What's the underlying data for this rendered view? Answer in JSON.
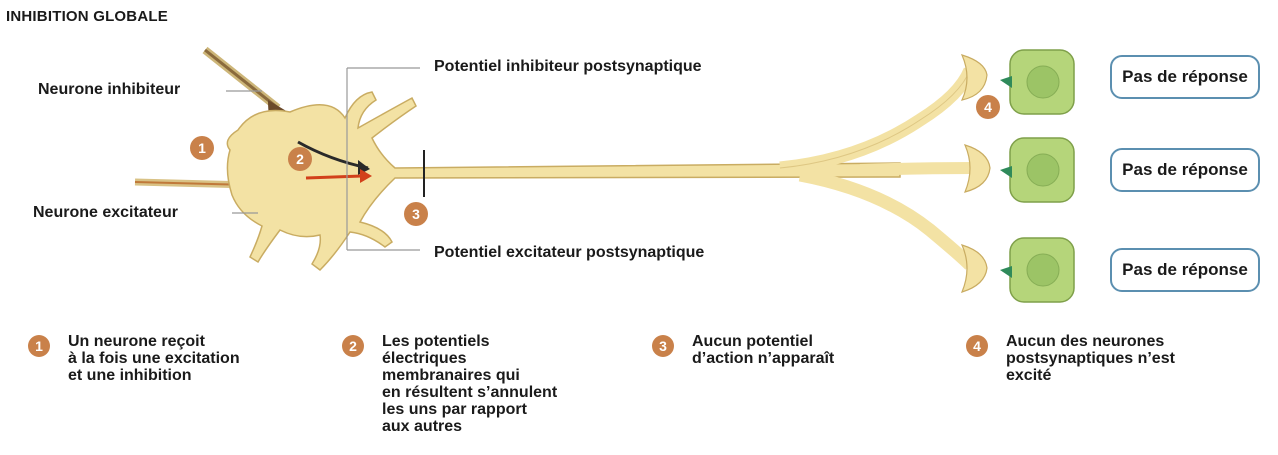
{
  "title": "INHIBITION GLOBALE",
  "labels": {
    "inhibitory_neuron": "Neurone inhibiteur",
    "excitatory_neuron": "Neurone excitateur",
    "ipsp": "Potentiel inhibiteur postsynaptique",
    "epsp": "Potentiel excitateur postsynaptique"
  },
  "markers": [
    "1",
    "2",
    "3",
    "4"
  ],
  "responses": [
    "Pas de réponse",
    "Pas de réponse",
    "Pas de réponse"
  ],
  "captions": [
    {
      "num": "1",
      "text": "Un neurone reçoit\nà la fois une excitation\net une inhibition"
    },
    {
      "num": "2",
      "text": "Les potentiels\nélectriques\nmembranaires qui\nen résultent s’annulent\nles uns par rapport\naux autres"
    },
    {
      "num": "3",
      "text": "Aucun potentiel\nd’action n’apparaît"
    },
    {
      "num": "4",
      "text": "Aucun des neurones\npostsynaptiques n’est\nexcité"
    }
  ],
  "colors": {
    "neuron": "#f3e2a4",
    "neuron_outline": "#c9ac62",
    "marker": "#c9814a",
    "cell": "#b5d57a",
    "cell_outline": "#7fa04a",
    "nucleus": "#9cc466",
    "box_border": "#5b8fb0",
    "excitatory": "#e0521f",
    "inhibitory": "#6b4a2a"
  }
}
